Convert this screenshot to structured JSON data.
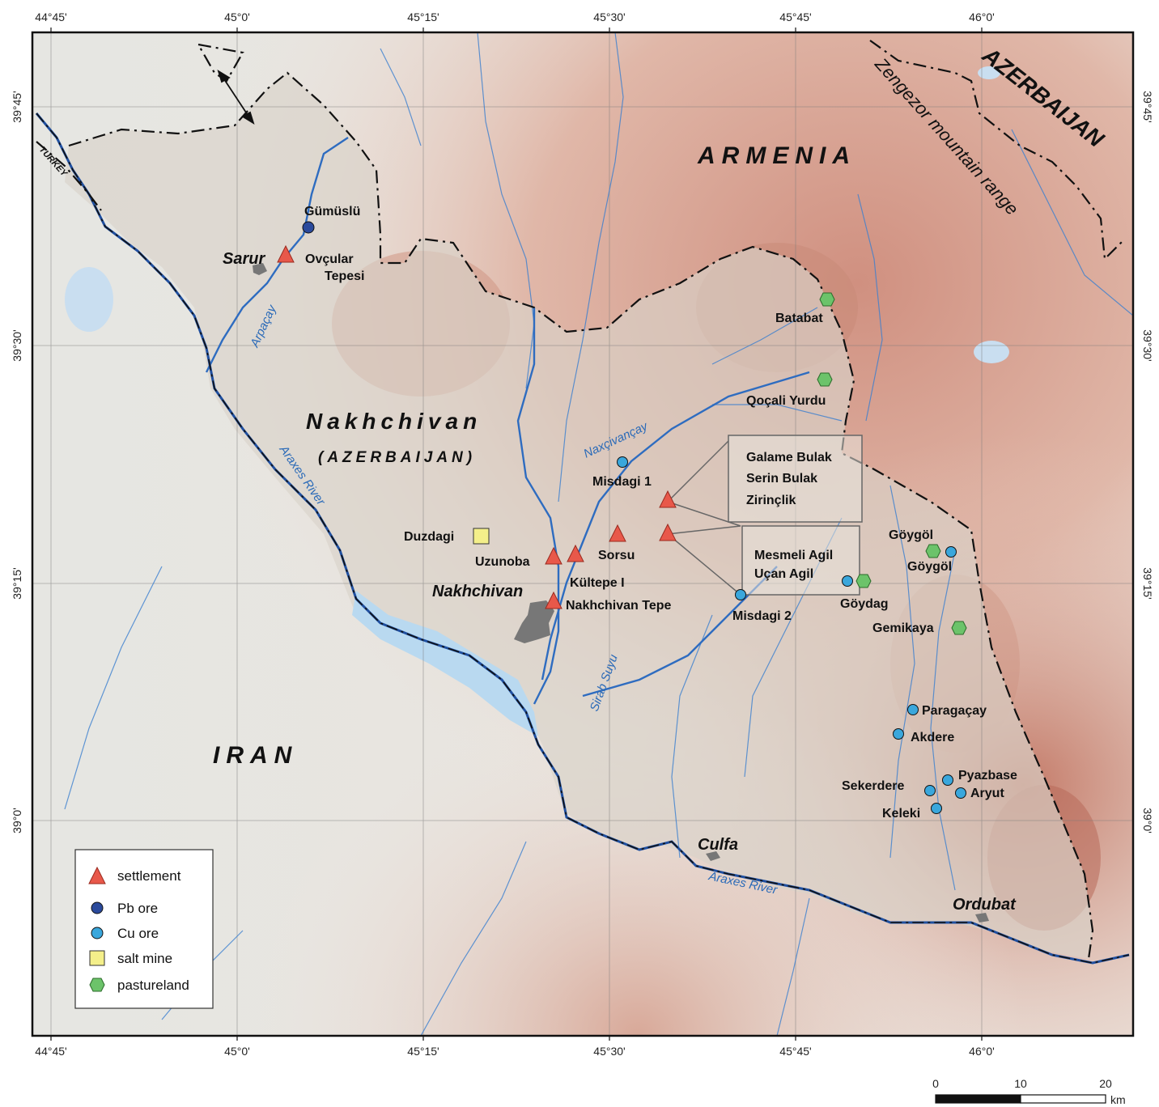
{
  "ticks": {
    "lon": [
      "44°45'",
      "45°0'",
      "45°15'",
      "45°30'",
      "45°45'",
      "46°0'"
    ],
    "lat": [
      "39°45'",
      "39°30'",
      "39°15'",
      "39°0'"
    ]
  },
  "countries": {
    "armenia": "ARMENIA",
    "iran": "IRAN",
    "azerbaijan": "AZERBAIJAN",
    "turkey": "TURKEY",
    "nakhchivan": "Nakhchivan",
    "nakhchivan_sub": "(AZERBAIJAN)"
  },
  "mountain_range": "Zengezor mountain range",
  "rivers": {
    "arpacay": "Arpaçay",
    "araxes_upper": "Araxes River",
    "araxes_lower": "Araxes River",
    "naxcivancay": "Naxçivançay",
    "sirab_suyu": "Sirab Suyu"
  },
  "towns": {
    "sarur": "Sarur",
    "nakhchivan": "Nakhchivan",
    "culfa": "Culfa",
    "ordubat": "Ordubat"
  },
  "sites": {
    "gumuslu": "Gümüslü",
    "ovcular_1": "Ovçular",
    "ovcular_2": "Tepesi",
    "batabat": "Batabat",
    "qocali": "Qoçali Yurdu",
    "misdagi1": "Misdagi 1",
    "duzdagi": "Duzdagi",
    "uzunoba": "Uzunoba",
    "sorsu": "Sorsu",
    "kultepe": "Kültepe I",
    "nakhchivan_tepe": "Nakhchivan Tepe",
    "misdagi2": "Misdagi 2",
    "goygol_1": "Göygöl",
    "goygol_2": "Göygöl",
    "goydag": "Göydag",
    "gemikaya": "Gemikaya",
    "paragacay": "Paragaçay",
    "akdere": "Akdere",
    "pyazbase": "Pyazbase",
    "aryut": "Aryut",
    "sekerdere": "Sekerdere",
    "keleki": "Keleki"
  },
  "box1": [
    "Galame Bulak",
    "Serin Bulak",
    "Zirinçlik"
  ],
  "box2": [
    "Mesmeli Agil",
    "Uçan Agil"
  ],
  "legend": {
    "settlement": "settlement",
    "pb_ore": "Pb ore",
    "cu_ore": "Cu ore",
    "salt_mine": "salt mine",
    "pastureland": "pastureland"
  },
  "scale": {
    "labels": [
      "0",
      "10",
      "20"
    ],
    "unit": "km"
  },
  "colors": {
    "settlement": "#e8584a",
    "pb_ore": "#2b4a9c",
    "cu_ore": "#3aa7dc",
    "salt_mine": "#f4ef8a",
    "pastureland": "#6cc36a",
    "river": "#2e6cc0",
    "lake": "#b9d9f0",
    "nakhchivan_fill": "#d9d3c9",
    "relief_high": "#c9836f",
    "relief_low": "#ece6df"
  }
}
